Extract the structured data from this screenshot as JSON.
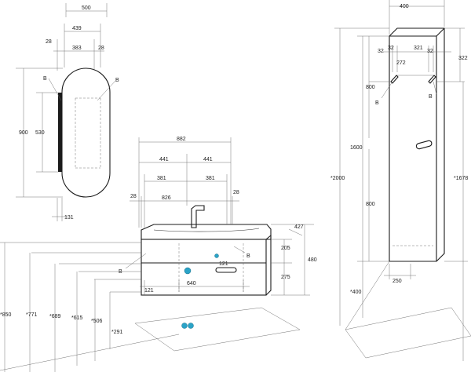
{
  "colors": {
    "accent": "#2aa3c7"
  },
  "labels": {
    "mirror_overall_width": "500",
    "mirror_inner_width": "439",
    "mirror_left_gap": "28",
    "mirror_hanger_span": "383",
    "mirror_right_gap": "28",
    "mirror_height": "900",
    "mirror_hanger_height": "530",
    "mirror_depth": "131",
    "cabinet_overall_width": "882",
    "cabinet_half_left_outer": "441",
    "cabinet_half_right_outer": "441",
    "cabinet_half_left_inner": "381",
    "cabinet_half_right_inner": "381",
    "cabinet_side_left": "28",
    "cabinet_inner_width": "826",
    "cabinet_side_right": "28",
    "cabinet_depth": "427",
    "cabinet_top_section": "205",
    "cabinet_height": "480",
    "cabinet_drawer_section": "275",
    "cabinet_bottom_offset": "121",
    "cabinet_bottom_span": "640",
    "cabinet_bottom_offset_right": "121",
    "h_850": "*850",
    "h_771": "*771",
    "h_689": "*689",
    "h_615": "*615",
    "h_506": "*506",
    "h_291": "*291",
    "column_width": "400",
    "column_left_gap_a": "32",
    "column_left_gap_b": "32",
    "column_hanger_span": "272",
    "column_right_gap_a": "321",
    "column_right_gap_b": "32",
    "column_top_offset": "322",
    "column_upper_800": "800",
    "column_total_1600": "1600",
    "column_lower_800": "800",
    "column_mount_2000": "*2000",
    "column_mount_1678": "*1678",
    "column_floor_400": "*400",
    "column_bottom_depth": "250",
    "fastener_b": "B"
  }
}
